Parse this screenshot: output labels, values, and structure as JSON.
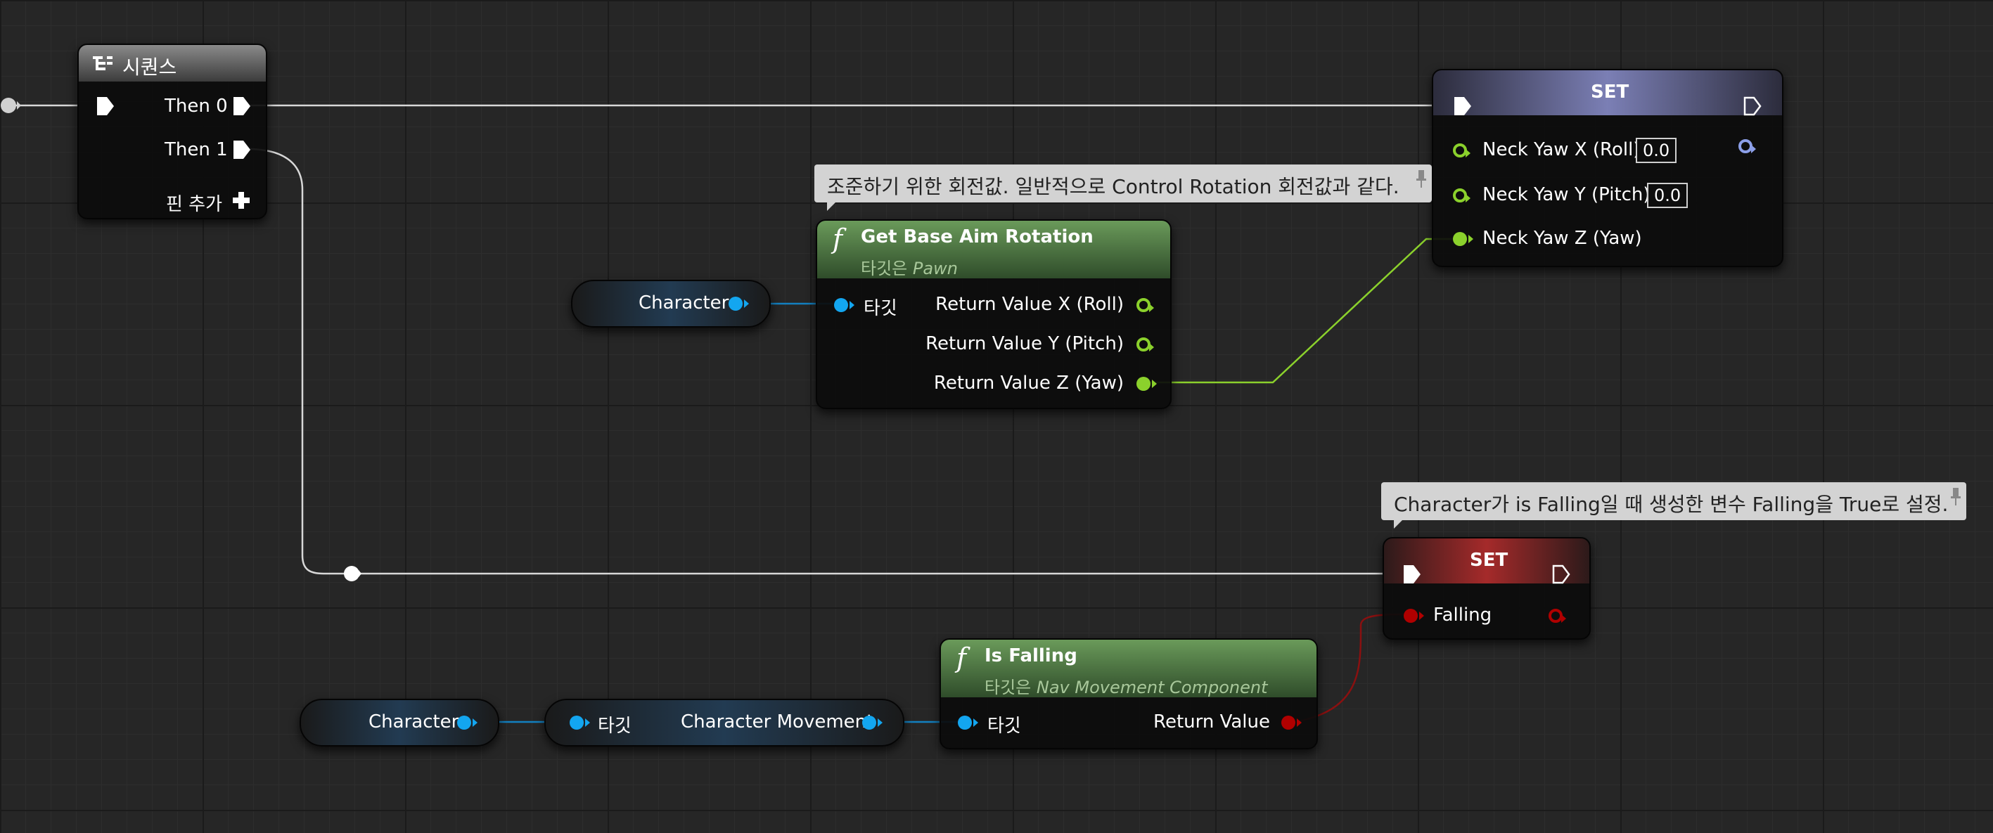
{
  "sequence_node": {
    "title": "시퀀스",
    "then0": "Then 0",
    "then1": "Then 1",
    "add_pin": "핀 추가"
  },
  "set_node_top": {
    "title": "SET",
    "pins": [
      {
        "label": "Neck Yaw X (Roll)",
        "value": "0.0"
      },
      {
        "label": "Neck Yaw Y (Pitch)",
        "value": "0.0"
      },
      {
        "label": "Neck Yaw Z (Yaw)",
        "value": ""
      }
    ]
  },
  "get_base_aim_node": {
    "title": "Get Base Aim Rotation",
    "target_prefix": "타깃은",
    "target_class": "Pawn",
    "target_pin": "타깃",
    "outputs": [
      "Return Value X (Roll)",
      "Return Value Y (Pitch)",
      "Return Value Z (Yaw)"
    ]
  },
  "character_var_top": {
    "label": "Character"
  },
  "comment_aim": {
    "text": "조준하기 위한 회전값. 일반적으로 Control Rotation 회전값과 같다."
  },
  "comment_falling": {
    "text": "Character가 is Falling일 때 생성한 변수 Falling을 True로 설정."
  },
  "set_node_falling": {
    "title": "SET",
    "pin": "Falling"
  },
  "is_falling_node": {
    "title": "Is Falling",
    "target_prefix": "타깃은",
    "target_class": "Nav Movement Component",
    "target_pin": "타깃",
    "output": "Return Value"
  },
  "character_var_bottom": {
    "label": "Character"
  },
  "character_movement_node": {
    "target_pin": "타깃",
    "output": "Character Movement"
  },
  "colors": {
    "exec_wire": "#e6e6e6",
    "float_pin": "#8bd12c",
    "object_pin": "#13a6f0",
    "bool_pin": "#b00000",
    "function_header": "#5a8a4c"
  }
}
